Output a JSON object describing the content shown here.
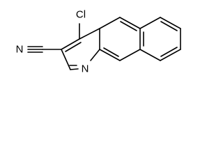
{
  "molecule": {
    "atoms": {
      "chlorine": "Cl",
      "nitrile_nitrogen": "N",
      "ring_nitrogen": "N"
    }
  },
  "colors": {
    "line": "#000000",
    "background": "#ffffff"
  }
}
